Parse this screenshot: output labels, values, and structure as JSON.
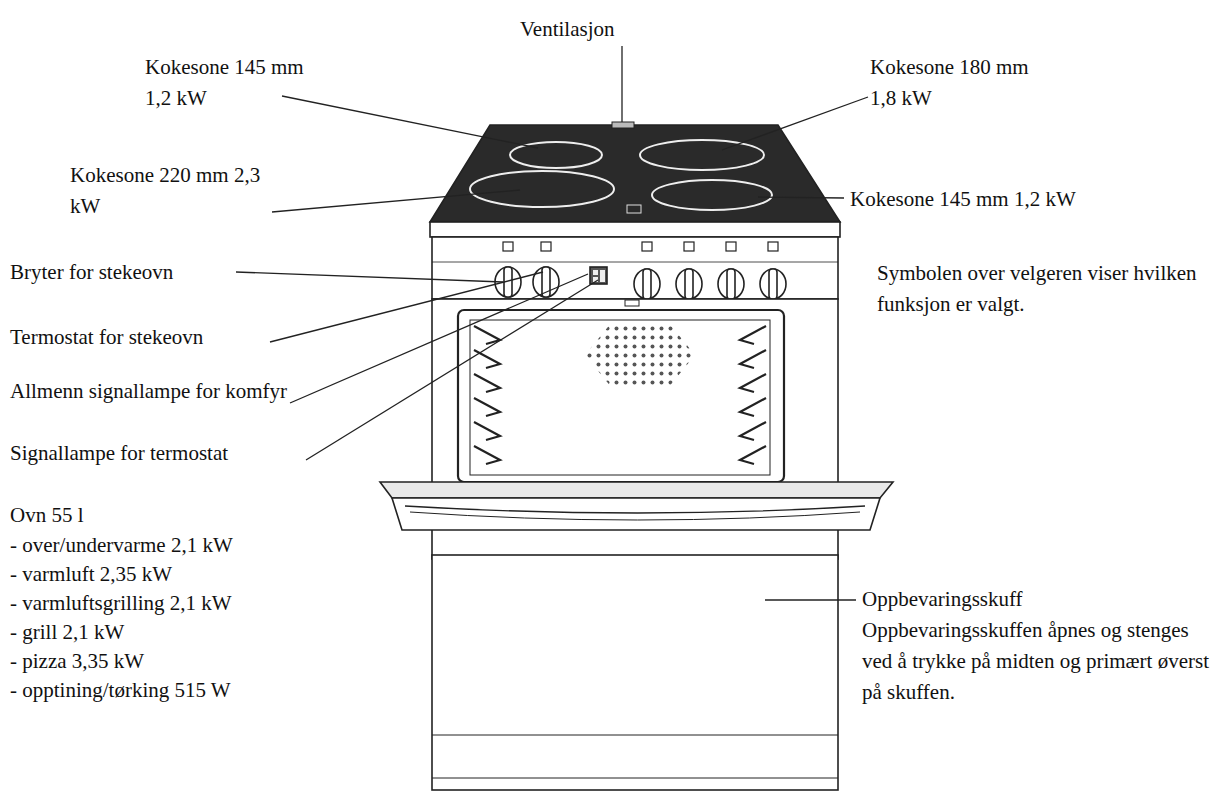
{
  "diagram": {
    "labels": [
      "Ventilasjon",
      "Kokesone 145 mm 1,2 kW",
      "Kokesone 180 mm 1,8 kW",
      "Kokesone 220 mm 2,3 kW",
      "Kokesone 145 mm 1,2 kW",
      "Symbolen over velgeren viser hvilken funksjon er valgt.",
      "Bryter for stekeovn",
      "Termostat for stekeovn",
      "Allmenn signallampe for komfyr",
      "Signallampe for termostat",
      "Ovn 55 l",
      "- over/undervarme 2,1 kW",
      "- varmluft 2,35 kW",
      "- varmluftsgrilling 2,1 kW",
      "- grill 2,1 kW",
      "- pizza 3,35 kW",
      "- opptining/tørking 515 W",
      "Oppbevaringsskuff",
      "Oppbevaringsskuffen åpnes og stenges ved å trykke på midten og primært øverst på skuffen."
    ]
  }
}
